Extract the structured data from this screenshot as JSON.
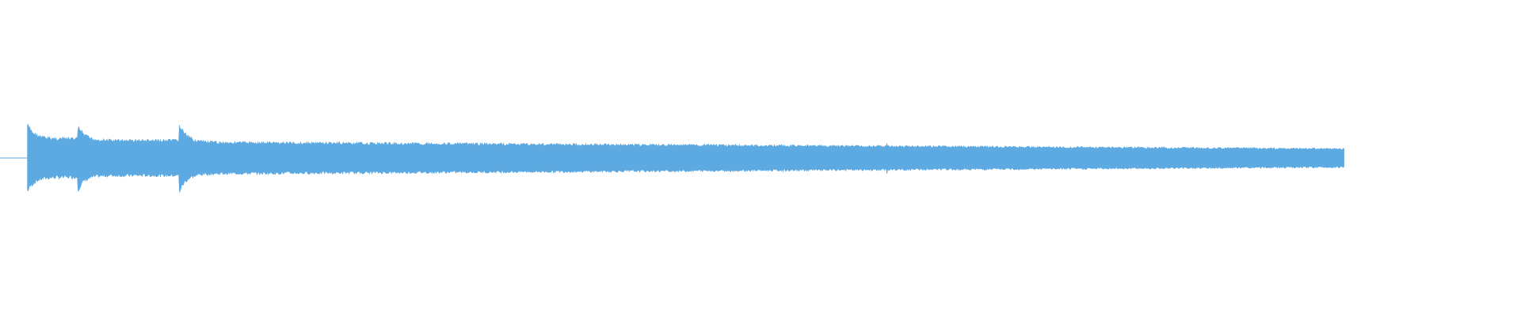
{
  "waveform": {
    "color": "#5DA9E1",
    "background": "#FFFFFF",
    "amplitude_envelope": {
      "description_free_values": true,
      "pre_roll_level": 0.015,
      "onsets": [
        {
          "at": 0.018,
          "peak": 0.95,
          "sustain": 0.55
        },
        {
          "at": 0.051,
          "peak": 0.93,
          "sustain": 0.5
        },
        {
          "at": 0.118,
          "peak": 0.95,
          "sustain": 0.45
        }
      ],
      "tail_end_level": 0.16,
      "minor_transients": [
        {
          "at": 0.583,
          "peak": 0.45
        },
        {
          "at": 0.65,
          "peak": 0.22
        },
        {
          "at": 0.846,
          "peak": 0.18
        }
      ],
      "end": 0.884
    }
  }
}
